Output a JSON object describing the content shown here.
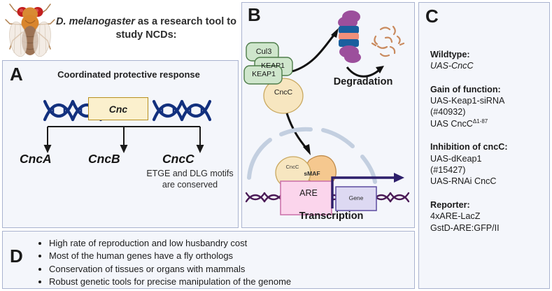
{
  "header": {
    "title_italic": "D. melanogaster",
    "title_rest": " as a research tool to study NCDs:",
    "fly_icon": "drosophila-fly-illustration"
  },
  "panelA": {
    "letter": "A",
    "title": "Coordinated protective response",
    "gene_box": "Cnc",
    "outputs": [
      "CncA",
      "CncB",
      "CncC"
    ],
    "note": "ETGE and DLG motifs are conserved",
    "dna_color": "#12307e",
    "gene_box_fill": "#fbf0cd",
    "gene_box_stroke": "#b8901f"
  },
  "panelB": {
    "letter": "B",
    "cul3": "Cul3",
    "keap1_back": "KEAP1",
    "keap1_front": "KEAP1",
    "cncc_cyto": "CncC",
    "degradation": "Degradation",
    "cncc_nuc": "CncC",
    "smaf": "sMAF",
    "are": "ARE",
    "gene": "Gene",
    "transcription": "Transcription",
    "colors": {
      "keap1_fill": "#cfe6cc",
      "keap1_stroke": "#4e7d4a",
      "cncc_fill": "#f7e6c0",
      "cncc_stroke": "#c9a85f",
      "smaf_fill": "#f5c88f",
      "smaf_stroke": "#c08b4a",
      "are_fill": "#fbd5ec",
      "are_stroke": "#c96fa8",
      "gene_fill": "#ddd9f2",
      "gene_stroke": "#5b4aa0",
      "dna_nuclear": "#4a1a56",
      "nucleus_membrane": "#c3cfe0",
      "proteasome_purple": "#9c4f9c",
      "proteasome_blue": "#1a5f9e",
      "proteasome_salmon": "#f2907a",
      "debris": "#c98a5e"
    }
  },
  "panelC": {
    "letter": "C",
    "groups": [
      {
        "heading": "Wildtype:",
        "lines": [
          {
            "text": "UAS-CncC",
            "style": "italic"
          }
        ]
      },
      {
        "heading": "Gain of function:",
        "lines": [
          {
            "text": "UAS-Keap1-siRNA",
            "style": "plain"
          },
          {
            "text": "(#40932)",
            "style": "plain"
          },
          {
            "text": "UAS CncC",
            "style": "plain",
            "sup": "Δ1-87"
          }
        ]
      },
      {
        "heading": "Inhibition of cncC:",
        "lines": [
          {
            "text": "UAS-dKeap1",
            "style": "plain"
          },
          {
            "text": "(#15427)",
            "style": "plain"
          },
          {
            "text": "UAS-RNAi CncC",
            "style": "plain"
          }
        ]
      },
      {
        "heading": "Reporter:",
        "lines": [
          {
            "text": "4xARE-LacZ",
            "style": "plain"
          },
          {
            "text": "GstD-ARE:GFP/II",
            "style": "plain"
          }
        ]
      }
    ]
  },
  "panelD": {
    "letter": "D",
    "bullets": [
      "High rate of reproduction and low husbandry cost",
      "Most of the human genes have a fly orthologs",
      "Conservation of tissues or organs with mammals",
      "Robust genetic tools for precise manipulation of the genome"
    ]
  },
  "theme": {
    "panel_bg": "#f4f6fb",
    "panel_border": "#a9b3cf",
    "page_bg": "#ffffff",
    "text": "#1b1b1b"
  }
}
